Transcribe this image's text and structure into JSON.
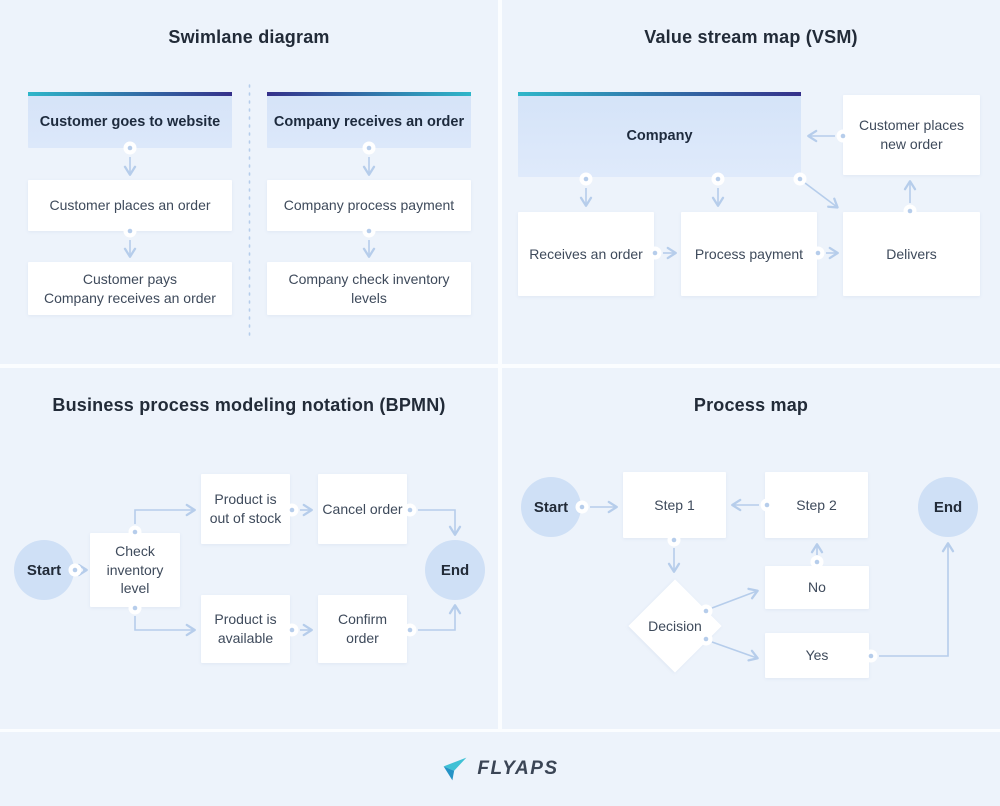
{
  "colors": {
    "background": "#edf3fb",
    "accent_teal": "#2eb6c9",
    "accent_indigo": "#35308a",
    "arrow": "#b6cdeb",
    "node_fill": "#ffffff",
    "header_fill": "#d8e5f8",
    "circle_fill": "#cfe0f6",
    "title_text": "#222b38",
    "node_text": "#3e4a5b"
  },
  "quadrants": {
    "swimlane": {
      "title": "Swimlane diagram",
      "lanes": [
        {
          "header": "Customer goes to website",
          "steps": [
            "Customer places an order",
            "Customer pays\nCompany receives an order"
          ]
        },
        {
          "header": "Company receives an order",
          "steps": [
            "Company process payment",
            "Company check inventory levels"
          ]
        }
      ]
    },
    "vsm": {
      "title": "Value stream map (VSM)",
      "nodes": {
        "company": "Company",
        "customer_places": "Customer places\nnew order",
        "receives": "Receives an order",
        "payment": "Process payment",
        "delivers": "Delivers"
      }
    },
    "bpmn": {
      "title": "Business process modeling notation (BPMN)",
      "nodes": {
        "start": "Start",
        "check": "Check inventory level",
        "out_of_stock": "Product is out of stock",
        "cancel": "Cancel order",
        "available": "Product is available",
        "confirm": "Confirm order",
        "end": "End"
      }
    },
    "process_map": {
      "title": "Process map",
      "nodes": {
        "start": "Start",
        "step1": "Step 1",
        "step2": "Step 2",
        "decision": "Decision",
        "no": "No",
        "yes": "Yes",
        "end": "End"
      }
    }
  },
  "footer": {
    "brand": "FLYAPS"
  }
}
